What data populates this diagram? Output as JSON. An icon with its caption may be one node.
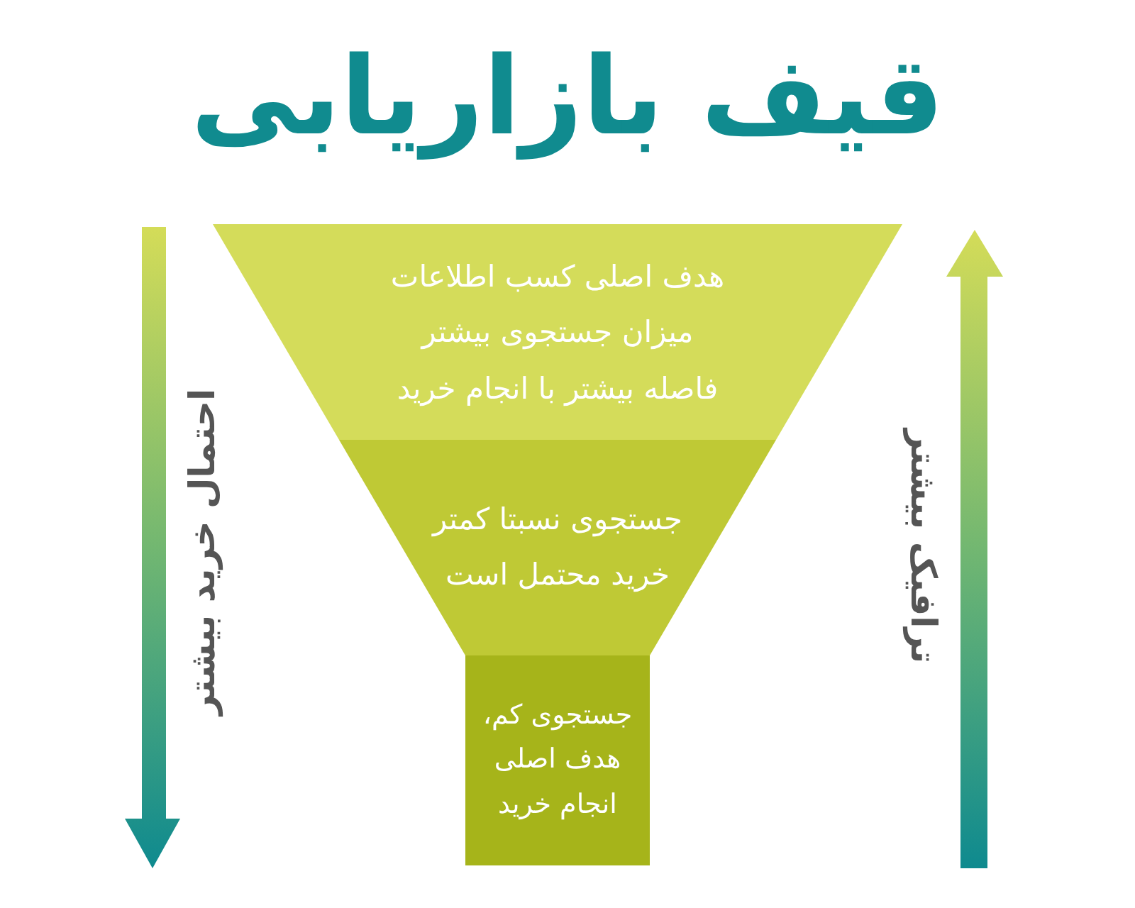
{
  "diagram": {
    "title": "قیف بازاریابی",
    "nodes": [
      {
        "text": [
          "هدف اصلی کسب اطلاعات",
          "میزان جستجوی بیشتر",
          "فاصله بیشتر با انجام خرید"
        ]
      },
      {
        "text": [
          "جستجوی نسبتا کمتر",
          "خرید محتمل است"
        ]
      },
      {
        "text": [
          "جستجوی کم، هدف اصلی انجام خرید"
        ]
      }
    ],
    "labels": [
      "ترافیک بیشتر",
      "احتمال خرید بیشتر"
    ]
  }
}
